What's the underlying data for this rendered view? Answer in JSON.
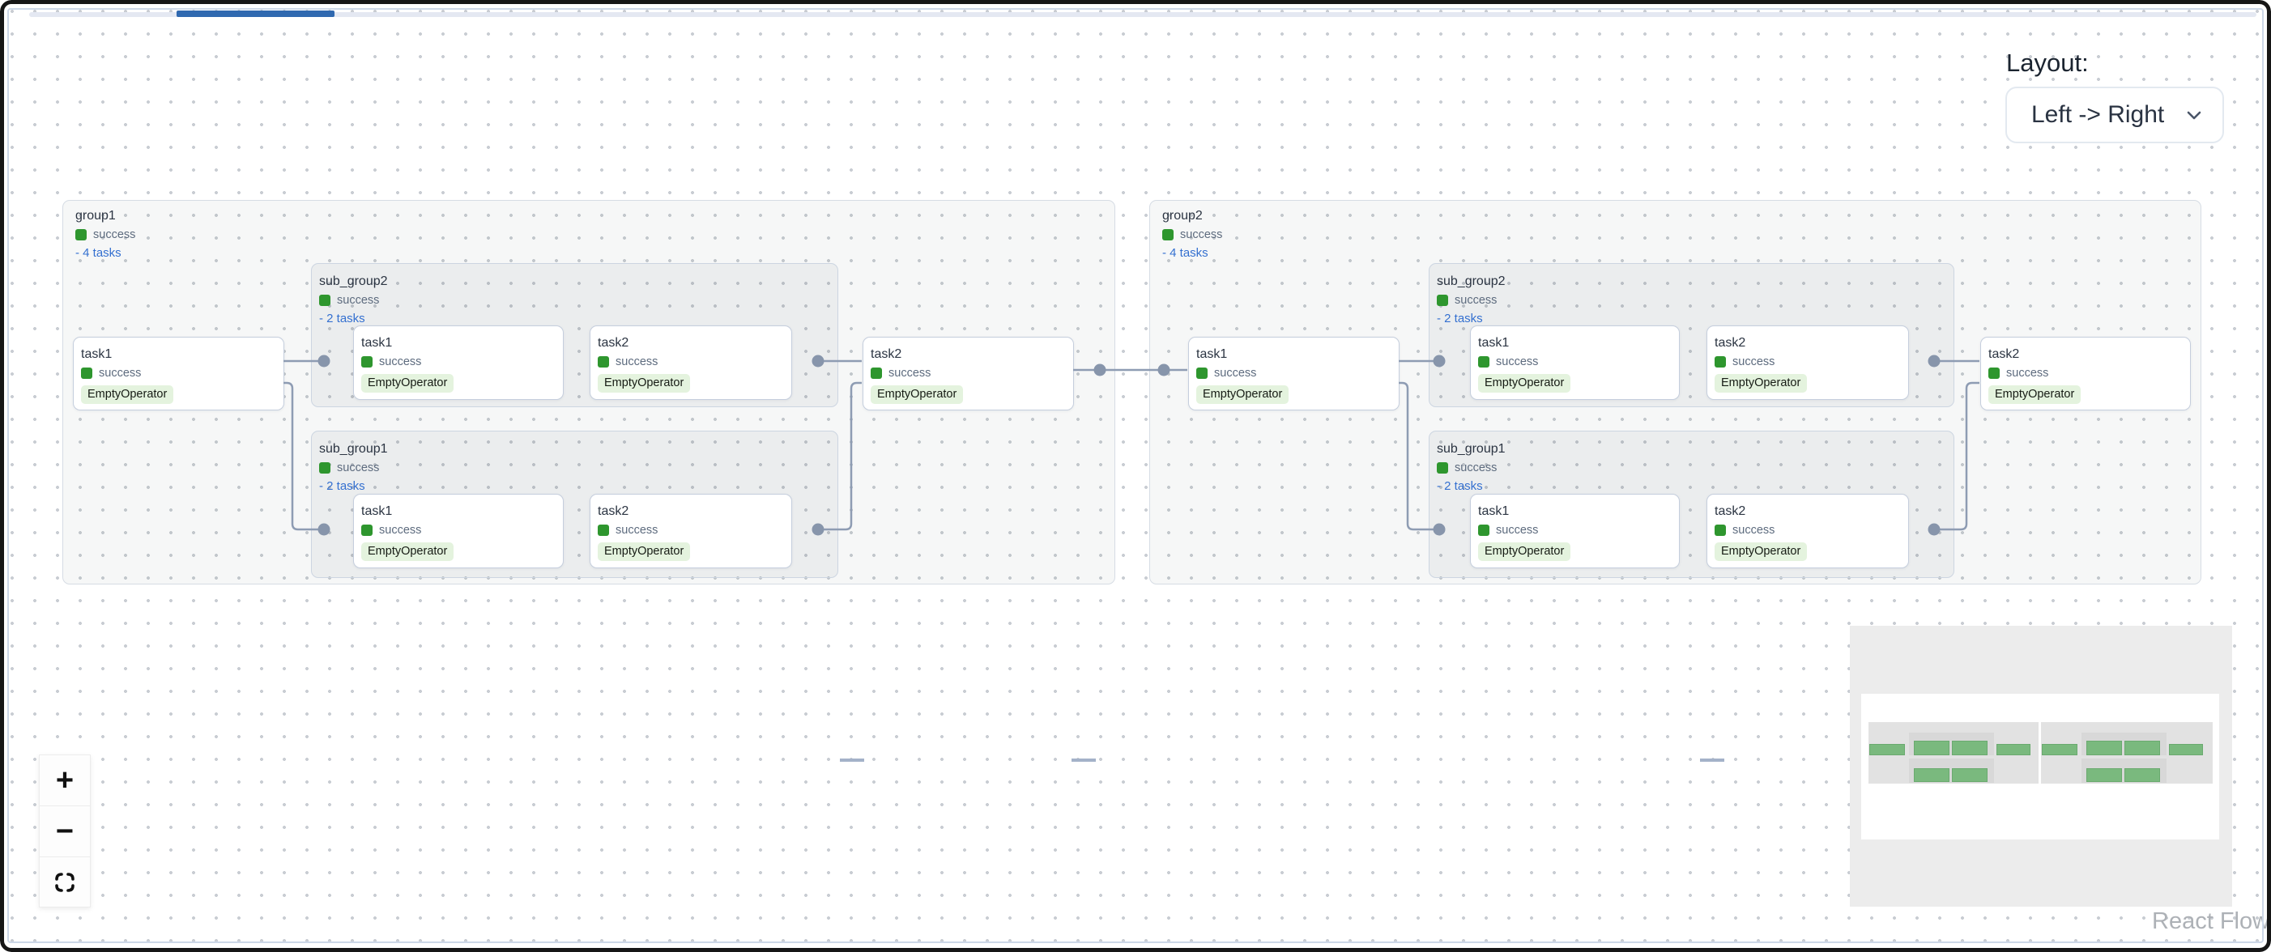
{
  "layout_control": {
    "label": "Layout:",
    "selected_option": "Left -> Right"
  },
  "groups": [
    {
      "title": "group1",
      "status": "success",
      "tasks_link": "- 4 tasks",
      "task1": {
        "title": "task1",
        "status": "success",
        "operator": "EmptyOperator"
      },
      "task2": {
        "title": "task2",
        "status": "success",
        "operator": "EmptyOperator"
      },
      "subgroups": [
        {
          "title": "sub_group2",
          "status": "success",
          "tasks_link": "- 2 tasks",
          "task1": {
            "title": "task1",
            "status": "success",
            "operator": "EmptyOperator"
          },
          "task2": {
            "title": "task2",
            "status": "success",
            "operator": "EmptyOperator"
          }
        },
        {
          "title": "sub_group1",
          "status": "success",
          "tasks_link": "- 2 tasks",
          "task1": {
            "title": "task1",
            "status": "success",
            "operator": "EmptyOperator"
          },
          "task2": {
            "title": "task2",
            "status": "success",
            "operator": "EmptyOperator"
          }
        }
      ]
    },
    {
      "title": "group2",
      "status": "success",
      "tasks_link": "- 4 tasks",
      "task1": {
        "title": "task1",
        "status": "success",
        "operator": "EmptyOperator"
      },
      "task2": {
        "title": "task2",
        "status": "success",
        "operator": "EmptyOperator"
      },
      "subgroups": [
        {
          "title": "sub_group2",
          "status": "success",
          "tasks_link": "- 2 tasks",
          "task1": {
            "title": "task1",
            "status": "success",
            "operator": "EmptyOperator"
          },
          "task2": {
            "title": "task2",
            "status": "success",
            "operator": "EmptyOperator"
          }
        },
        {
          "title": "sub_group1",
          "status": "success",
          "tasks_link": "- 2 tasks",
          "task1": {
            "title": "task1",
            "status": "success",
            "operator": "EmptyOperator"
          },
          "task2": {
            "title": "task2",
            "status": "success",
            "operator": "EmptyOperator"
          }
        }
      ]
    }
  ],
  "controls": {
    "zoom_in_label": "+",
    "zoom_out_label": "−"
  },
  "attribution": {
    "text": "React Flow"
  },
  "colors": {
    "success_green": "#2e962e",
    "link_blue": "#3470d0",
    "edge_gray": "#8e9cb3",
    "handle_dot": "#8795ab",
    "operator_badge_bg": "#e4f3de",
    "scrollbar_thumb_blue": "#3069b0",
    "minimap_task_green": "#7ab97e"
  }
}
